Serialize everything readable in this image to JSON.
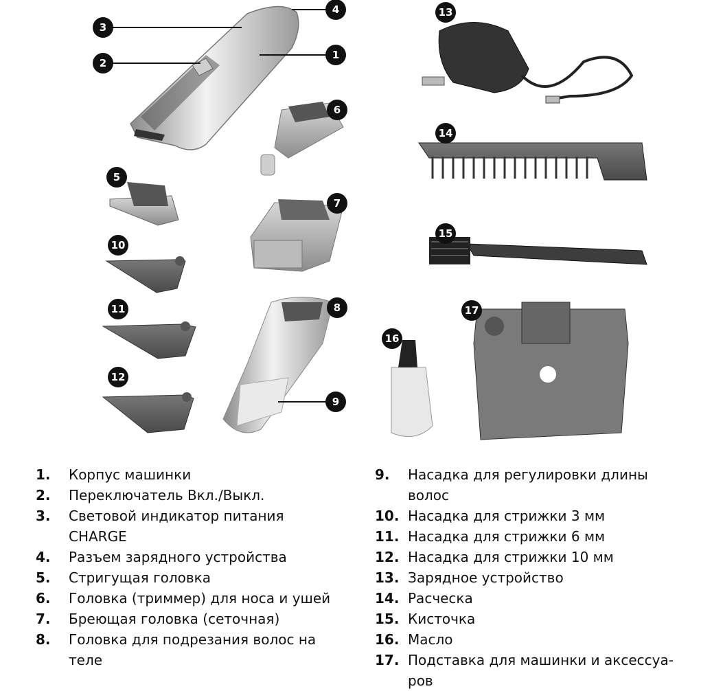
{
  "callouts": [
    "1",
    "2",
    "3",
    "4",
    "5",
    "6",
    "7",
    "8",
    "9",
    "10",
    "11",
    "12",
    "13",
    "14",
    "15",
    "16",
    "17"
  ],
  "legend": {
    "left": [
      {
        "num": "1.",
        "text": "Корпус машинки"
      },
      {
        "num": "2.",
        "text": "Переключатель Вкл./Выкл."
      },
      {
        "num": "3.",
        "text": "Световой индикатор питания CHARGE"
      },
      {
        "num": "4.",
        "text": "Разъем зарядного устройства"
      },
      {
        "num": "5.",
        "text": "Стригущая головка"
      },
      {
        "num": "6.",
        "text": "Головка (триммер) для носа и ушей"
      },
      {
        "num": "7.",
        "text": "Бреющая головка (сеточная)"
      },
      {
        "num": "8.",
        "text": "Головка для подрезания волос на теле"
      }
    ],
    "right": [
      {
        "num": "9.",
        "text": "Насадка для регулировки длины волос"
      },
      {
        "num": "10.",
        "text": "Насадка для стрижки 3 мм"
      },
      {
        "num": "11.",
        "text": "Насадка для стрижки 6 мм"
      },
      {
        "num": "12.",
        "text": "Насадка для стрижки 10 мм"
      },
      {
        "num": "13.",
        "text": "Зарядное устройство"
      },
      {
        "num": "14.",
        "text": "Расческа"
      },
      {
        "num": "15.",
        "text": "Кисточка"
      },
      {
        "num": "16.",
        "text": "Масло"
      },
      {
        "num": "17.",
        "text": "Подставка для машинки и аксессуа-ров"
      }
    ]
  }
}
